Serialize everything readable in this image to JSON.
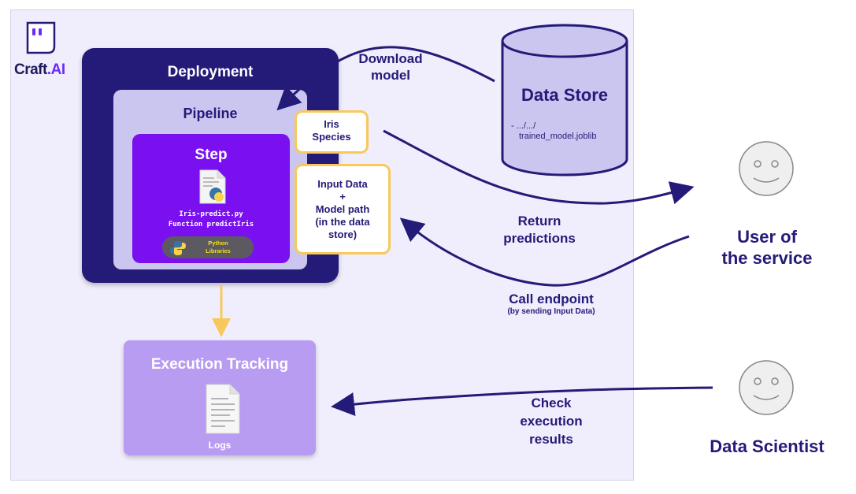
{
  "logo": {
    "text_main": "Craft",
    "text_suffix": ".AI"
  },
  "deployment": {
    "title": "Deployment"
  },
  "pipeline": {
    "title": "Pipeline"
  },
  "step": {
    "title": "Step",
    "file": "Iris-predict.py",
    "function": "Function predictIris",
    "library_line1": "Python",
    "library_line2": "Libraries"
  },
  "output_box": {
    "line1": "Iris",
    "line2": "Species"
  },
  "input_box": {
    "line1": "Input Data",
    "line2": "+",
    "line3": "Model path",
    "line4": "(in the data",
    "line5": "store)"
  },
  "execution_tracking": {
    "title": "Execution Tracking",
    "logs_label": "Logs"
  },
  "data_store": {
    "title": "Data Store",
    "path_line1": "- .../.../",
    "path_line2": "trained_model.joblib"
  },
  "labels": {
    "download_line1": "Download",
    "download_line2": "model",
    "return_line1": "Return",
    "return_line2": "predictions",
    "call_endpoint": "Call endpoint",
    "call_endpoint_sub": "(by sending Input Data)",
    "check_line1": "Check",
    "check_line2": "execution",
    "check_line3": "results"
  },
  "actors": {
    "user_line1": "User of",
    "user_line2": "the service",
    "scientist": "Data Scientist"
  },
  "colors": {
    "navy": "#241a78",
    "purple": "#7a10f0",
    "lavender": "#cbc6ef",
    "exec": "#b79cf2",
    "yellow": "#f8c95a",
    "panel": "#f0eefc"
  }
}
